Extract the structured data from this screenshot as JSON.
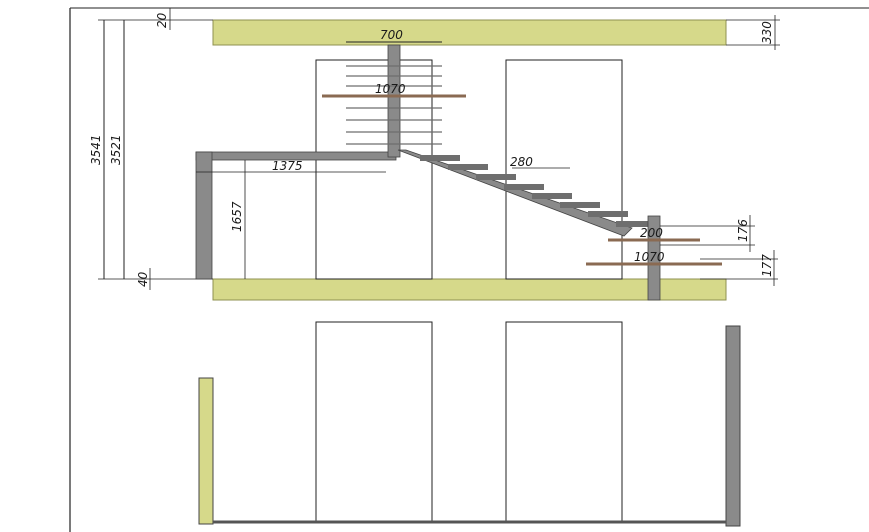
{
  "colors": {
    "slab": "#d6d98a",
    "slab_stroke": "#8f9150",
    "steel": "#8a8a8a",
    "steel_dark": "#5e5e5e",
    "line": "#222222",
    "tread": "#6e6e6e",
    "tread_brown": "#8a6a52"
  },
  "dimensions": {
    "d20": "20",
    "d330": "330",
    "d700": "700",
    "d1070_top": "1070",
    "d3541": "3541",
    "d3521": "3521",
    "d1375": "1375",
    "d1657": "1657",
    "d280": "280",
    "d200": "200",
    "d176": "176",
    "d1070_bottom": "1070",
    "d40": "40",
    "d177": "177"
  }
}
